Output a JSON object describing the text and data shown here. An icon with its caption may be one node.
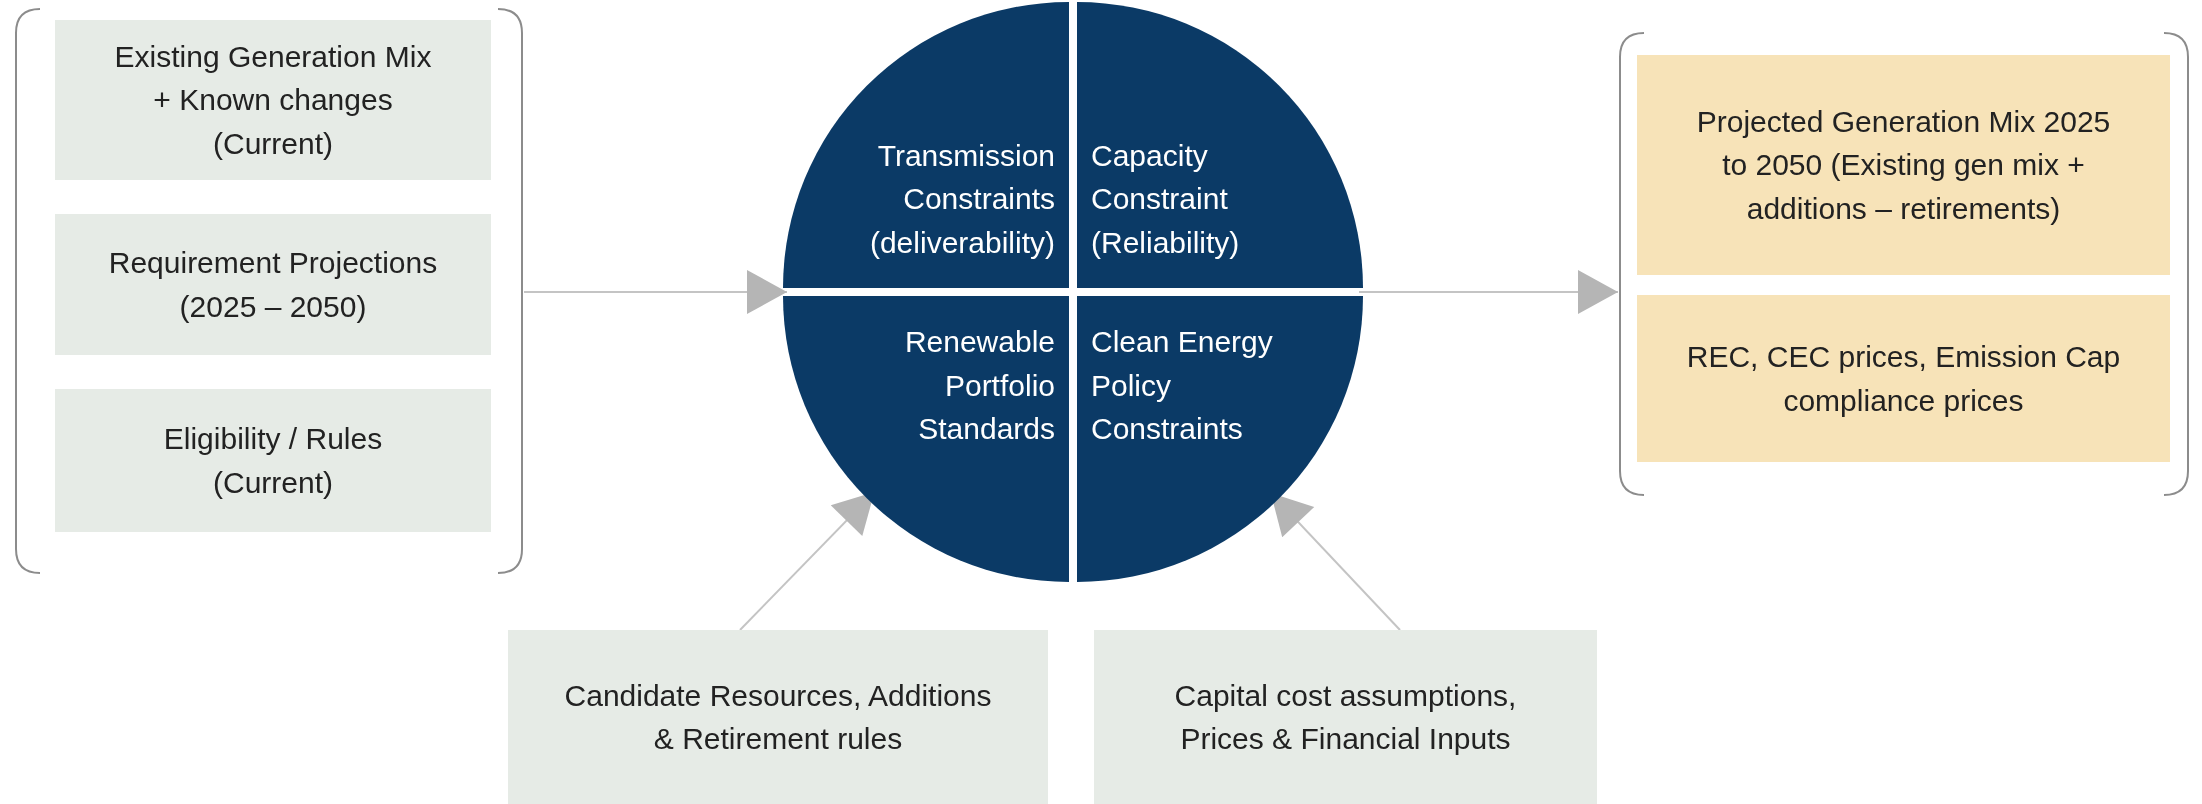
{
  "diagram": {
    "nodes": [
      {
        "text": [],
        "shape": "bracket"
      },
      {
        "text": [
          "Existing Generation Mix + Known changes (Current)"
        ],
        "in": 0
      },
      {
        "text": [
          "Requirement Projections (2025 – 2050)"
        ],
        "in": 0
      },
      {
        "text": [
          "Eligibility / Rules (Current)"
        ],
        "in": 0
      },
      {
        "text": [],
        "shape": "circle"
      },
      {
        "text": [
          "Transmission Constraints (deliverability)"
        ],
        "in": 4
      },
      {
        "text": [
          "Capacity Constraint (Reliability)"
        ],
        "in": 4
      },
      {
        "text": [
          "Renewable Portfolio Standards"
        ],
        "in": 4
      },
      {
        "text": [
          "Clean Energy Policy Constraints"
        ],
        "in": 4
      },
      {
        "text": [],
        "shape": "bracket"
      },
      {
        "text": [
          "Projected Generation Mix 2025 to 2050 (Existing gen mix + additions – retirements)"
        ],
        "in": 9
      },
      {
        "text": [
          "REC, CEC prices, Emission Cap compliance prices"
        ],
        "in": 9
      },
      {
        "text": [
          "Candidate Resources, Additions & Retirement rules"
        ]
      },
      {
        "text": [
          "Capital cost assumptions, Prices & Financial Inputs"
        ]
      }
    ],
    "edges": [
      {
        "from": 0,
        "to": 4,
        "arrow": "to"
      },
      {
        "from": 4,
        "to": 9,
        "arrow": "to"
      },
      {
        "from": 12,
        "to": 7,
        "arrow": "to"
      },
      {
        "from": 13,
        "to": 8,
        "arrow": "to"
      }
    ]
  }
}
